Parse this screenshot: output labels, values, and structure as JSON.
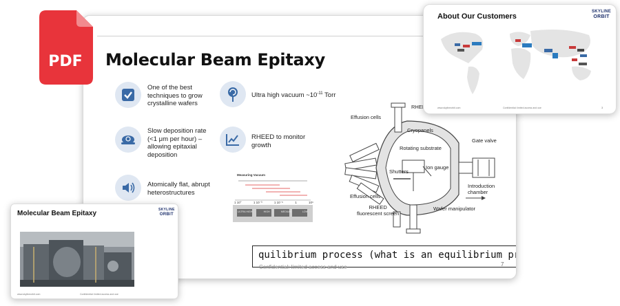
{
  "pdf_badge": {
    "label": "PDF"
  },
  "slide": {
    "title": "Molecular Beam Epitaxy",
    "features": [
      {
        "icon": "checkmark-icon",
        "text": "One of the best techniques to grow crystalline wafers"
      },
      {
        "icon": "lollipop-icon",
        "text": "Ultra high vacuum ~10",
        "sup": "-11",
        "suffix": " Torr"
      },
      {
        "icon": "snail-icon",
        "text": "Slow deposition rate (<1 μm per hour) – allowing epitaxial deposition"
      },
      {
        "icon": "line-chart-icon",
        "text": "RHEED to monitor growth"
      },
      {
        "icon": "speaker-icon",
        "text": "Atomically flat, abrupt heterostructures"
      }
    ],
    "handwritten_note": "quilibrium process (what is an equilibrium process?)",
    "footer": "Confidential: limited access and use",
    "page_number": "7"
  },
  "diagram": {
    "labels": {
      "rheed_gun": "RHEED",
      "effusion_cells_top": "Effusion cells",
      "cryopanels": "Cryopanels",
      "gate_valve": "Gate valve",
      "rotating_substrate": "Rotating substrate",
      "ion_gauge": "Ion gauge",
      "shutters": "Shutters",
      "introduction_chamber": "Introduction\nchamber",
      "effusion_cells_bottom": "Effusion cells",
      "rheed_screen": "RHEED\nfluorescent screen",
      "wafer_manipulator": "Wafer manipulator"
    }
  },
  "vacuum_chart": {
    "title": "Measuring Vacuum",
    "ticks": [
      "1 10°",
      "1 10⁻³",
      "1 10⁻⁶",
      "1",
      "10⁹"
    ],
    "gauge_labels": [
      "ULTRA HIGH",
      "HIGH",
      "MEDIUM",
      "LOW"
    ]
  },
  "customers_card": {
    "title": "About Our Customers",
    "logo_line1": "SKYLINE",
    "logo_line2": "ORBIT",
    "footer_left": "www.skylineorbit.com",
    "footer_mid": "Confidential: limited access and use",
    "page_number": "3"
  },
  "mbe_card": {
    "title": "Molecular Beam Epitaxy",
    "logo_line1": "SKYLINE",
    "logo_line2": "ORBIT",
    "footer_left": "www.skylineorbit.com",
    "footer_mid": "Confidential: limited access and use"
  },
  "colors": {
    "pdf_red": "#e8343b",
    "icon_bg": "#dfe7f2",
    "icon_fg": "#3a6aa6",
    "logo_navy": "#1c2f6b"
  }
}
